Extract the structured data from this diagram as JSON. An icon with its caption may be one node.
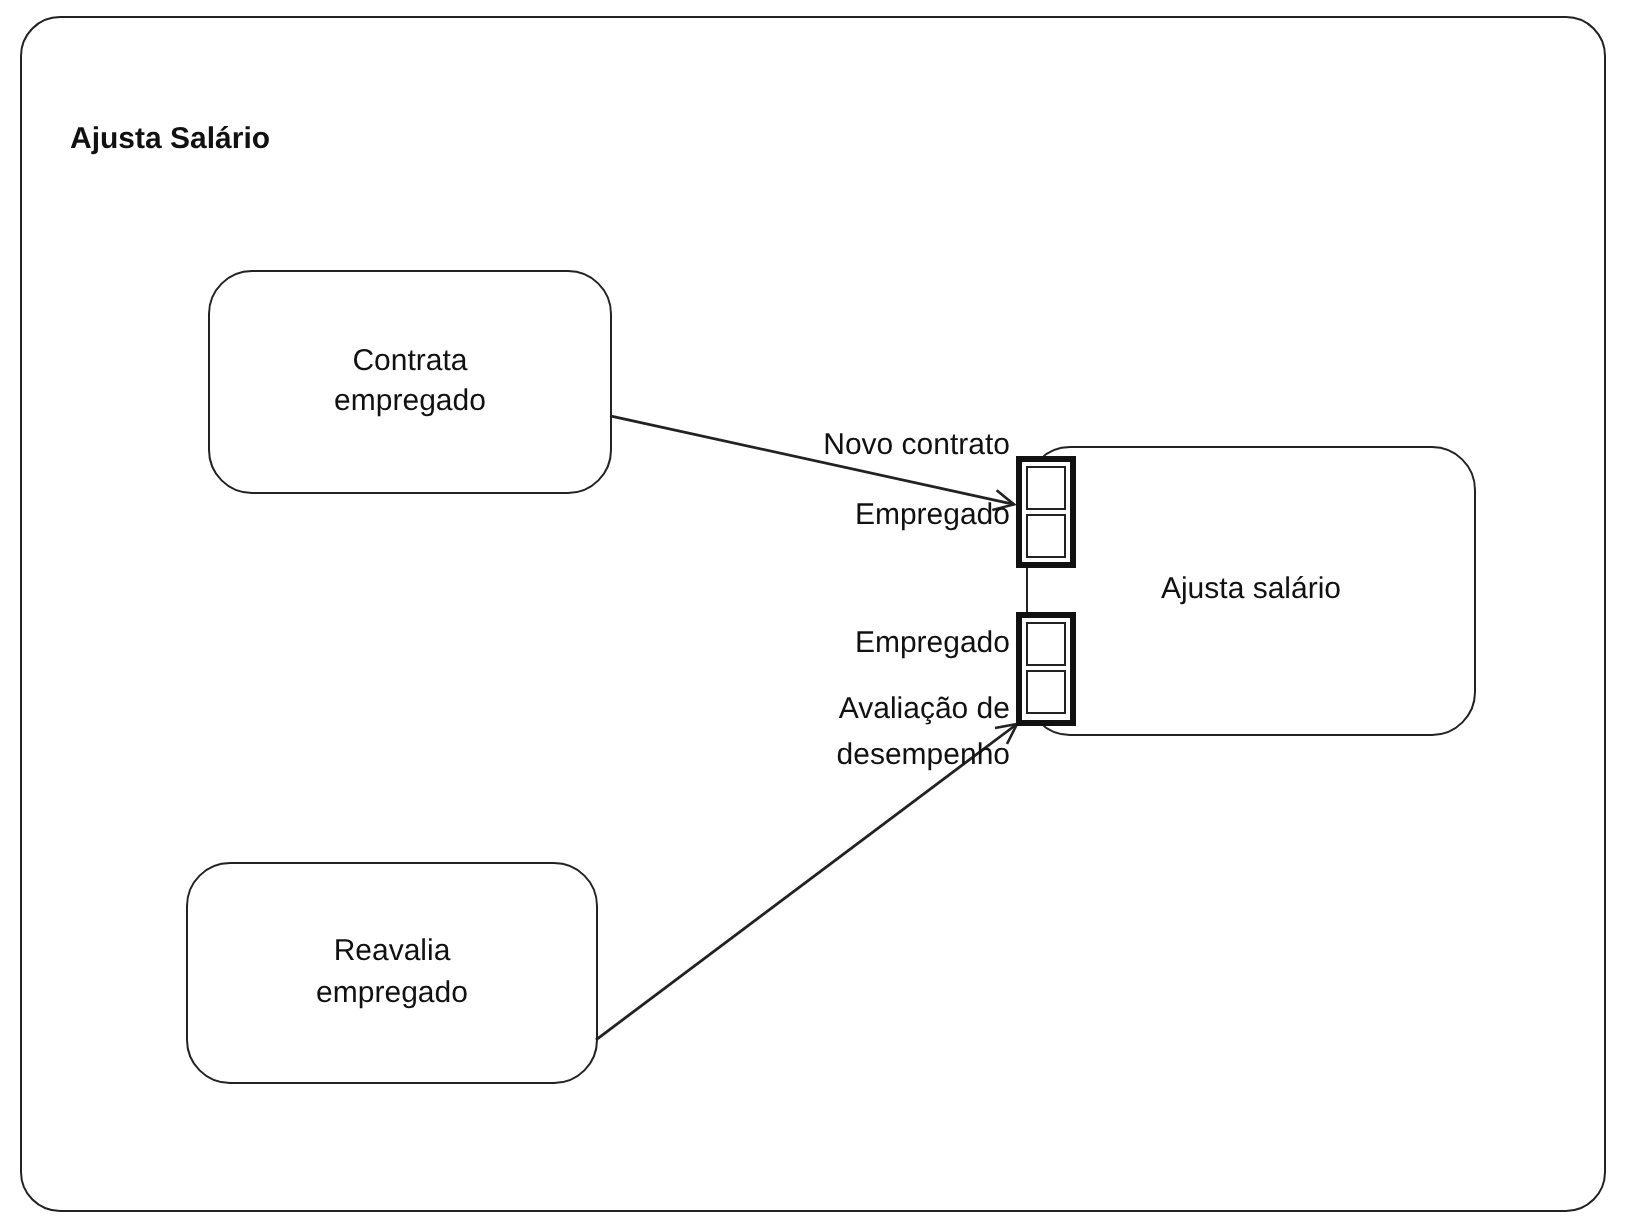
{
  "diagram": {
    "nodes": [
      {
        "text": [
          "Ajusta Salário"
        ]
      },
      {
        "text": [
          "Contrata empregado"
        ],
        "in": 0
      },
      {
        "text": [
          "Ajusta salário"
        ],
        "in": 0
      },
      {
        "text": [
          "Reavalia empregado"
        ],
        "in": 0
      },
      {
        "text": [],
        "shape": "box",
        "in": 0
      },
      {
        "text": [],
        "shape": "box",
        "in": 4
      },
      {
        "text": [],
        "shape": "box",
        "in": 4
      },
      {
        "text": [],
        "shape": "box",
        "in": 0
      },
      {
        "text": [],
        "shape": "box",
        "in": 7
      },
      {
        "text": [],
        "shape": "box",
        "in": 7
      }
    ],
    "edges": [
      {
        "from": 1,
        "to": 4,
        "arrow": "to"
      },
      {
        "from": 3,
        "to": 7,
        "arrow": "to"
      }
    ],
    "labels": [
      "Novo contrato",
      "Empregado",
      "Empregado",
      "Avaliação de desempenho"
    ]
  }
}
